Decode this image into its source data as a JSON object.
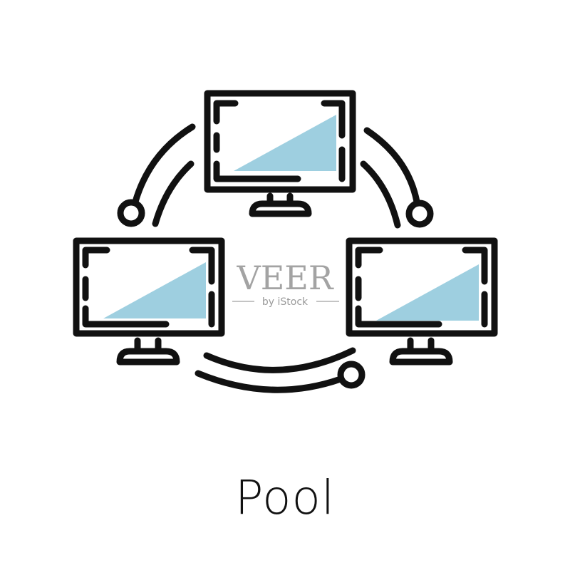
{
  "caption": {
    "text": "Pool"
  },
  "watermark": {
    "brand": "VEER",
    "tagline": "by iStock",
    "color": "#9a9a9a"
  },
  "icon": {
    "name": "network-pool-icon",
    "stroke_color": "#111111",
    "screen_fill_color": "#9ecfe0",
    "monitor_count": 3,
    "connector_count": 3
  }
}
